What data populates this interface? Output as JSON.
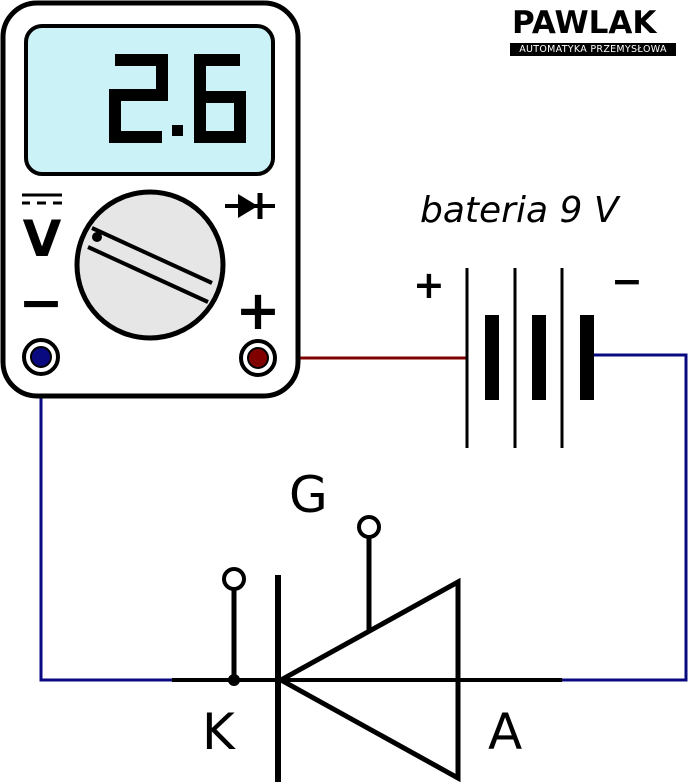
{
  "logo": {
    "brand": "PAWLAK",
    "tagline": "AUTOMATYKA PRZEMYSŁOWA"
  },
  "multimeter": {
    "display_value": "2.6",
    "mode_dc_voltage_label": "V",
    "minus_label": "−",
    "plus_label": "+",
    "colors": {
      "display_bg": "#cbf2f7",
      "dial_bg": "#e6e6e6",
      "com_jack": "#0a0a80",
      "v_jack": "#800000"
    }
  },
  "battery": {
    "label": "bateria 9 V",
    "plus_sign": "+",
    "minus_sign": "−"
  },
  "thyristor": {
    "gate_label": "G",
    "cathode_label": "K",
    "anode_label": "A"
  },
  "wires": {
    "negative_color": "#0a0a80",
    "positive_color": "#800000"
  },
  "icons": {
    "diode_test": "diode-symbol-icon",
    "dc_voltage": "dc-voltage-icon"
  }
}
